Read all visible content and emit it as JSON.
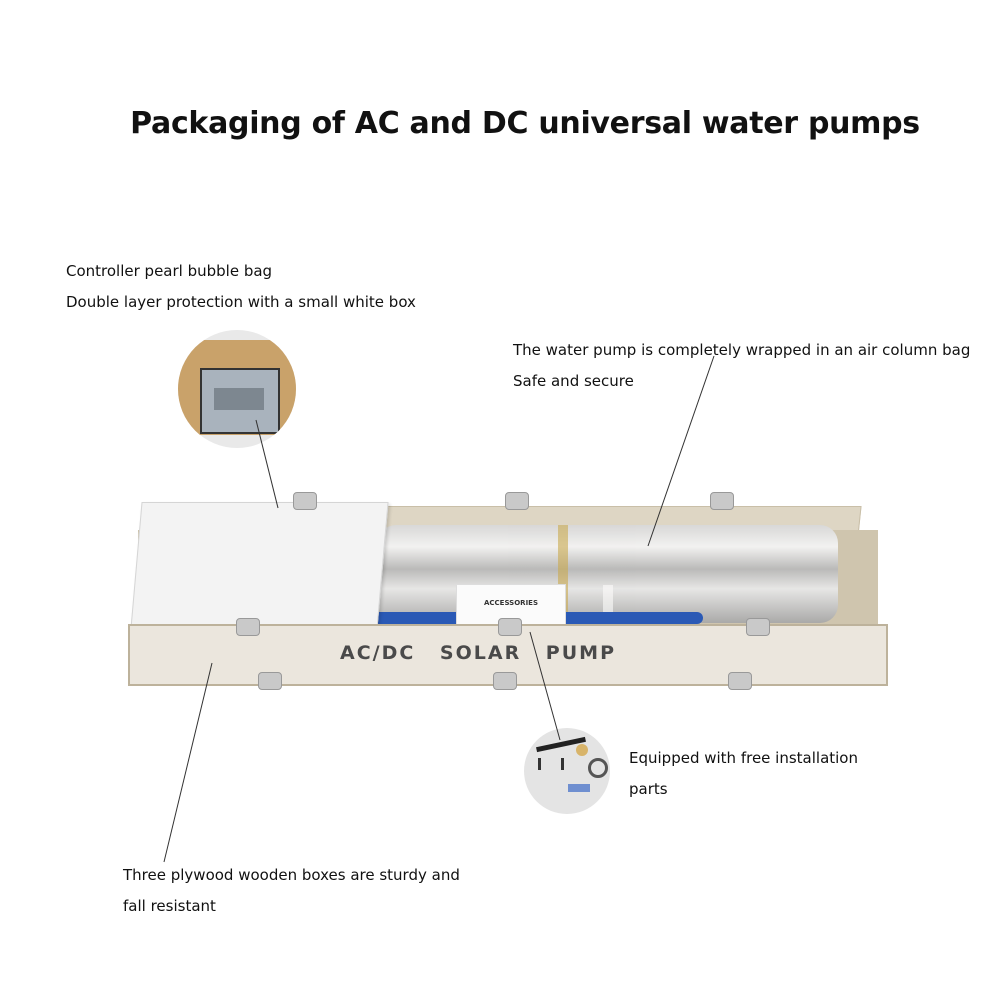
{
  "title": "Packaging of AC and DC universal water pumps",
  "captions": {
    "controller": {
      "line1": "Controller pearl bubble bag",
      "line2": "Double layer protection with a small white box"
    },
    "pump": {
      "line1": "The water pump is completely wrapped in an air column bag",
      "line2": "Safe and secure"
    },
    "accessories": {
      "line1": "Equipped with free installation",
      "line2": "parts"
    },
    "crate": {
      "line1": "Three plywood wooden boxes are sturdy and",
      "line2": "fall resistant"
    }
  },
  "crate_label": "AC/DC SOLAR PUMP",
  "accessories_card_label": "ACCESSORIES",
  "colors": {
    "text": "#111111",
    "crate_wood": "#ebe6dd",
    "hose_blue": "#2a59b5",
    "box_cardboard": "#c9a26a"
  }
}
